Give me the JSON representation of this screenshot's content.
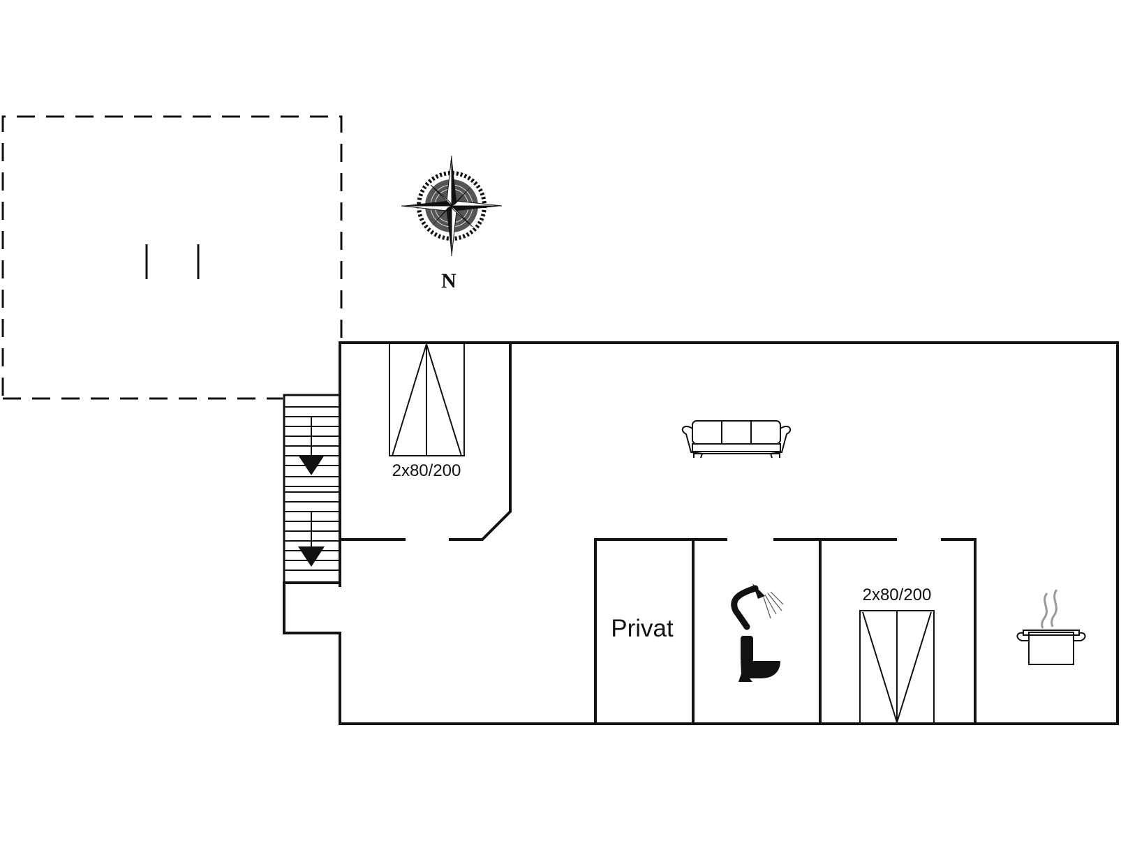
{
  "compass": {
    "north_label": "N",
    "icon": "compass-rose-icon"
  },
  "rooms": {
    "bedroom_1": {
      "bed_label": "2x80/200",
      "icon": "twin-bed-icon"
    },
    "bedroom_2": {
      "bed_label": "2x80/200",
      "icon": "twin-bed-icon"
    },
    "private_room": {
      "label": "Privat"
    },
    "bathroom": {
      "icons": [
        "shower-icon",
        "toilet-icon"
      ]
    },
    "living_room": {
      "icon": "sofa-icon"
    },
    "kitchen": {
      "icon": "cooking-pot-icon"
    }
  },
  "exterior": {
    "terrace": {
      "style": "dashed-outline"
    },
    "stairs": {
      "icon": "down-arrow-icon",
      "flights": 2
    }
  },
  "colors": {
    "line": "#111111",
    "background": "#ffffff"
  }
}
